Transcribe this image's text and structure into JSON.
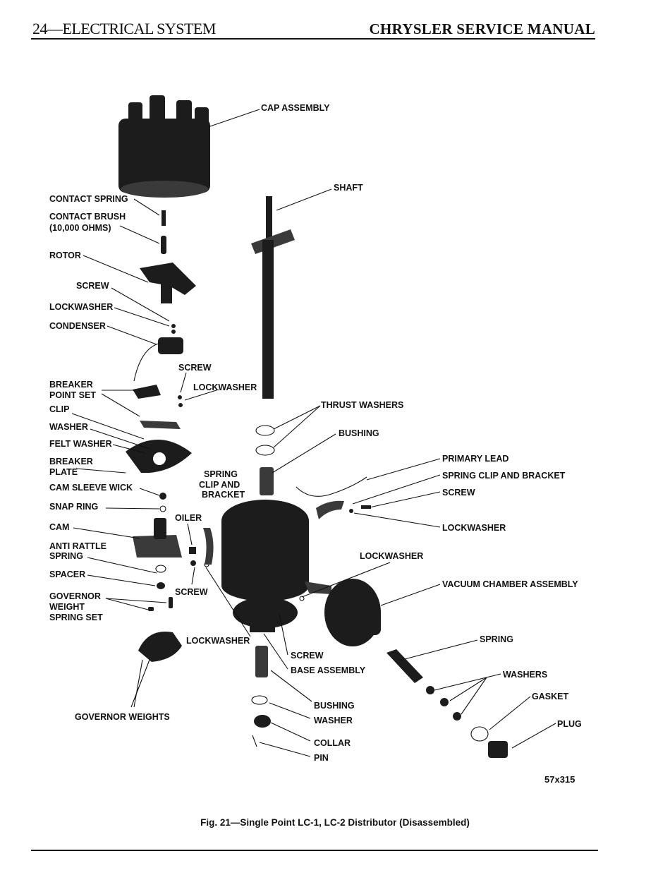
{
  "header": {
    "section": "24—ELECTRICAL SYSTEM",
    "manual": "CHRYSLER SERVICE MANUAL"
  },
  "figure": {
    "code": "57x315",
    "caption": "Fig. 21—Single Point LC-1, LC-2 Distributor (Disassembled)"
  },
  "labels": {
    "cap_assembly": "CAP ASSEMBLY",
    "shaft": "SHAFT",
    "contact_spring": "CONTACT SPRING",
    "contact_brush_1": "CONTACT BRUSH",
    "contact_brush_2": "(10,000 OHMS)",
    "rotor": "ROTOR",
    "screw_rotor": "SCREW",
    "lockwasher_rotor": "LOCKWASHER",
    "condenser": "CONDENSER",
    "screw_breaker": "SCREW",
    "breaker_point_set_1": "BREAKER",
    "breaker_point_set_2": "POINT SET",
    "lockwasher_breaker": "LOCKWASHER",
    "clip": "CLIP",
    "thrust_washers": "THRUST WASHERS",
    "washer": "WASHER",
    "bushing_upper": "BUSHING",
    "felt_washer": "FELT WASHER",
    "breaker_plate_1": "BREAKER",
    "breaker_plate_2": "PLATE",
    "primary_lead": "PRIMARY LEAD",
    "spring_clip_1": "SPRING",
    "spring_clip_2": "CLIP AND",
    "spring_clip_3": "BRACKET",
    "spring_clip_and_bracket": "SPRING CLIP AND BRACKET",
    "cam_sleeve_wick": "CAM SLEEVE WICK",
    "screw_right": "SCREW",
    "snap_ring": "SNAP RING",
    "oiler": "OILER",
    "lockwasher_right": "LOCKWASHER",
    "cam": "CAM",
    "anti_rattle_1": "ANTI RATTLE",
    "anti_rattle_2": "SPRING",
    "lockwasher_vacuum": "LOCKWASHER",
    "spacer": "SPACER",
    "screw_spacer": "SCREW",
    "vacuum_chamber": "VACUUM CHAMBER ASSEMBLY",
    "governor_1": "GOVERNOR",
    "governor_2": "WEIGHT",
    "governor_3": "SPRING SET",
    "lockwasher_lower": "LOCKWASHER",
    "spring": "SPRING",
    "screw_base": "SCREW",
    "base_assembly": "BASE ASSEMBLY",
    "washers": "WASHERS",
    "gasket": "GASKET",
    "bushing_lower": "BUSHING",
    "governor_weights": "GOVERNOR WEIGHTS",
    "washer_lower": "WASHER",
    "plug": "PLUG",
    "collar": "COLLAR",
    "pin": "PIN"
  }
}
